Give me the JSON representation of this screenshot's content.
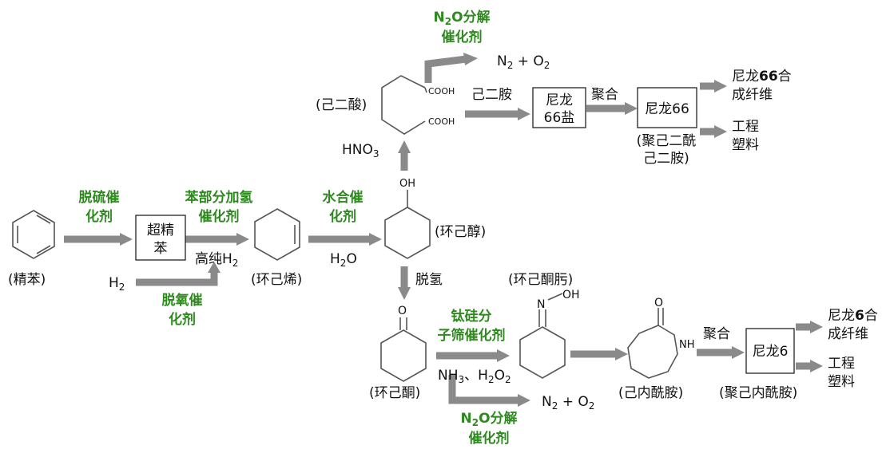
{
  "colors": {
    "catalyst": "#2e8a1f",
    "arrow": "#8a8a8a",
    "bond": "#555555",
    "text": "#111111"
  },
  "benzene": {
    "label": "(精苯)"
  },
  "catalyst_desulfur": {
    "line1": "脱硫催",
    "line2": "化剂"
  },
  "box_pure_benzene": {
    "line1": "超精",
    "line2": "苯"
  },
  "h2_input": {
    "main": "H",
    "sub": "2"
  },
  "high_pure_h2": {
    "main": "高纯H",
    "sub": "2"
  },
  "catalyst_deoxy": {
    "line1": "脱氧催",
    "line2": "化剂"
  },
  "catalyst_partial_h": {
    "line1": "苯部分加氢",
    "line2": "催化剂"
  },
  "cyclohexene": {
    "label": "(环己烯)"
  },
  "catalyst_hydration": {
    "line1": "水合催",
    "line2": "化剂"
  },
  "water": {
    "main": "H",
    "sub": "2",
    "tail": "O"
  },
  "cyclohexanol": {
    "label": "(环己醇)",
    "oh": "OH"
  },
  "adipic_acid": {
    "label": "(己二酸)",
    "cooh_top": "COOH",
    "cooh_bottom": "COOH"
  },
  "hno3": {
    "main": "HNO",
    "sub": "3"
  },
  "catalyst_n2o_top": {
    "line1_main": "N",
    "line1_sub": "2",
    "line1_tail": "O分解",
    "line2": "催化剂"
  },
  "n2_o2_top": {
    "a": "N",
    "a_sub": "2",
    "mid": " + O",
    "b_sub": "2"
  },
  "hexanediamine": {
    "label": "己二胺"
  },
  "box_nylon66_salt": {
    "line1": "尼龙",
    "line2": "66盐"
  },
  "polymerize_top": {
    "label": "聚合"
  },
  "box_nylon66": {
    "label": "尼龙66"
  },
  "nylon66_poly": {
    "line1": "(聚己二酰",
    "line2": "己二胺)"
  },
  "nylon66_fiber": {
    "line1_a": "尼龙",
    "line1_b": "66",
    "line1_c": "合",
    "line2": "成纤维"
  },
  "eng_plastic_top": {
    "line1": "工程",
    "line2": "塑料"
  },
  "dehydrogenation": {
    "label": "脱氢"
  },
  "cyclohexanone": {
    "label": "(环己酮)",
    "o": "O"
  },
  "catalyst_ts": {
    "line1": "钛硅分",
    "line2": "子筛催化剂"
  },
  "nh3_h2o2": {
    "a": "NH",
    "a_sub": "3",
    "mid": "、H",
    "b_sub": "2",
    "c": "O",
    "c_sub": "2"
  },
  "catalyst_n2o_bottom": {
    "line1_main": "N",
    "line1_sub": "2",
    "line1_tail": "O分解",
    "line2": "催化剂"
  },
  "n2_o2_bottom": {
    "a": "N",
    "a_sub": "2",
    "mid": " + O",
    "b_sub": "2"
  },
  "oxime": {
    "label": "(环己酮肟)",
    "n": "N",
    "oh": "OH"
  },
  "caprolactam": {
    "label": "(己内酰胺)",
    "o": "O",
    "nh": "NH"
  },
  "polymerize_bottom": {
    "label": "聚合"
  },
  "box_nylon6": {
    "label": "尼龙6"
  },
  "nylon6_poly": {
    "label": "(聚己内酰胺)"
  },
  "nylon6_fiber": {
    "line1_a": "尼龙",
    "line1_b": "6",
    "line1_c": "合",
    "line2": "成纤维"
  },
  "eng_plastic_bottom": {
    "line1": "工程",
    "line2": "塑料"
  }
}
